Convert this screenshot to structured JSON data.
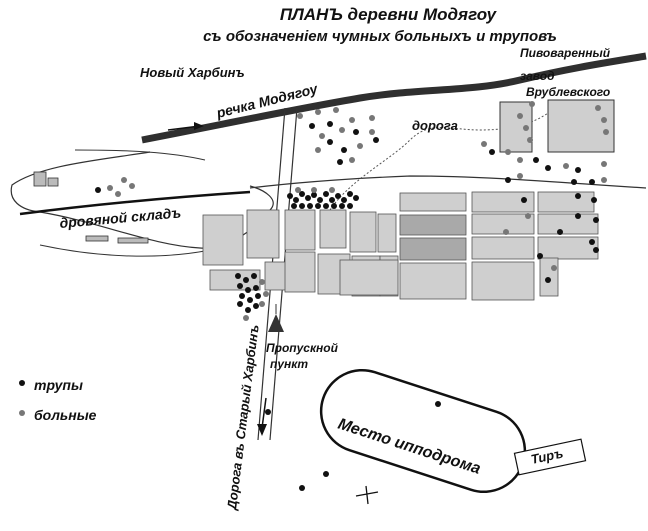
{
  "title_line1": "ПЛАНЪ деревни Модягоу",
  "title_line2": "съ обозначеніем чумных больныхъ и труповъ",
  "labels": {
    "novy_harbin": "Новый Харбинъ",
    "rechka": "речка Модягоу",
    "pivovarenny_line1": "Пивоваренный",
    "pivovarenny_line2": "завод",
    "pivovarenny_line3": "Врублевского",
    "doroga": "дорога",
    "drovyanoy": "дровяной складъ",
    "propusknoy_line1": "Пропускной",
    "propusknoy_line2": "пункт",
    "road_stary": "Дорога въ Старый Харбинъ",
    "ippodrom": "Место ипподрома",
    "tir": "Тиръ"
  },
  "legend": [
    {
      "label": "трупы",
      "color": "#111111"
    },
    {
      "label": "больные",
      "color": "#777777"
    }
  ],
  "colors": {
    "block_fill": "#cfcfcf",
    "block_fill_dark": "#a9a9a9",
    "river": "#2f2f2f",
    "corpse": "#111111",
    "sick": "#777777"
  }
}
